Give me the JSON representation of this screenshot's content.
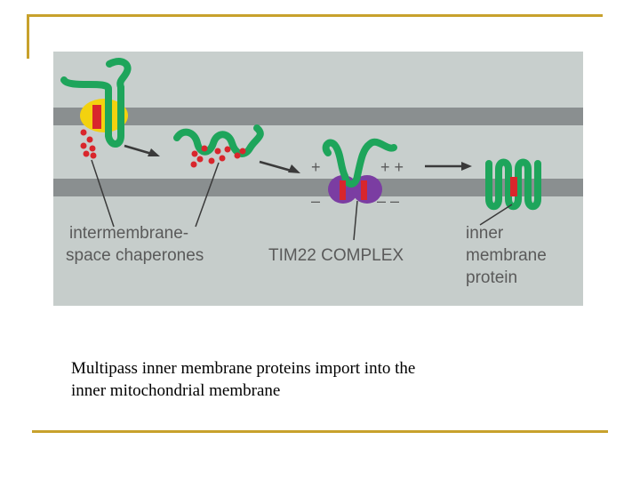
{
  "slide": {
    "accent_color": "#c8a12c"
  },
  "figure": {
    "colors": {
      "background": "#c8cfcd",
      "membrane": "#8a8f90",
      "protein": "#1ea55b",
      "signal": "#d9262c",
      "tim23_pore": "#f3d20f",
      "tim22": "#7b3da2",
      "chaperone": "#d9262c",
      "arrow": "#3a3a3a"
    },
    "labels": {
      "chaperones_line1": "intermembrane-",
      "chaperones_line2": "space chaperones",
      "tim22": "TIM22 COMPLEX",
      "inner_line1": "inner",
      "inner_line2": "membrane",
      "inner_line3": "protein",
      "plus_left": "+",
      "plus_right": "+ +",
      "minus_left": "–",
      "minus_right": "– –"
    }
  },
  "caption": {
    "line1": "Multipass inner membrane proteins import  into the",
    "line2": "inner mitochondrial membrane"
  }
}
